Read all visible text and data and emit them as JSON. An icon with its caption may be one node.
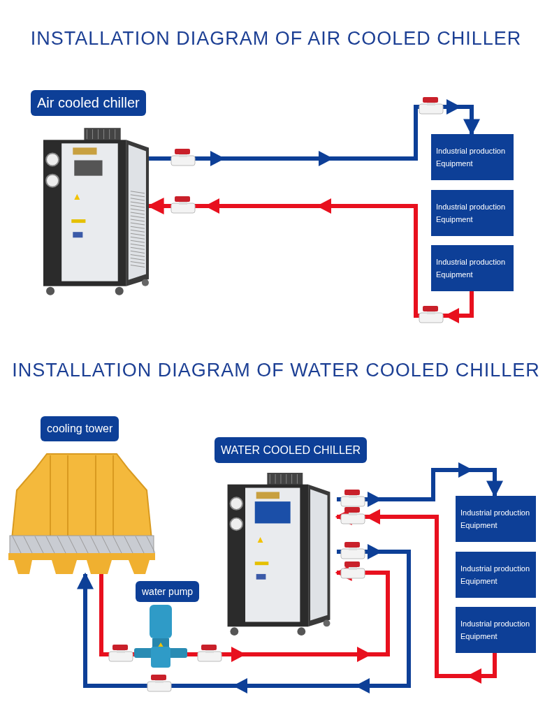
{
  "diagram": {
    "title": "INSTALLATION DIAGRAM OF AIR COOLED CHILLER",
    "nodes": [
      {
        "text": [],
        "shape": "picture",
        "beside": [
          "Air cooled chiller"
        ]
      },
      {
        "text": [
          "Industrial production Equipment"
        ]
      },
      {
        "text": [
          "Industrial production Equipment"
        ]
      },
      {
        "text": [
          "Industrial production Equipment"
        ]
      },
      {
        "text": [],
        "shape": "picture",
        "beside": [
          "cooling tower"
        ]
      },
      {
        "text": [],
        "shape": "picture",
        "beside": [
          "water pump"
        ]
      },
      {
        "text": [],
        "shape": "picture",
        "beside": [
          "WATER COOLED CHILLER"
        ]
      },
      {
        "text": [
          "Industrial production Equipment"
        ]
      },
      {
        "text": [
          "Industrial production Equipment"
        ]
      },
      {
        "text": [
          "Industrial production Equipment"
        ]
      }
    ],
    "edges": [
      {
        "from": 0,
        "to": 1,
        "arrow": "to",
        "color": "#0d3f97"
      },
      {
        "from": 3,
        "to": 0,
        "arrow": "to",
        "color": "#e8101e"
      },
      {
        "from": 4,
        "to": 5,
        "arrow": "none",
        "color": "#e8101e"
      },
      {
        "from": 5,
        "to": 6,
        "arrow": "to",
        "color": "#e8101e"
      },
      {
        "from": 6,
        "to": 4,
        "arrow": "to",
        "color": "#0d3f97"
      },
      {
        "from": 6,
        "to": 7,
        "arrow": "to",
        "color": "#0d3f97"
      },
      {
        "from": 9,
        "to": 6,
        "arrow": "to",
        "color": "#e8101e"
      }
    ],
    "labels": [
      "INSTALLATION DIAGRAM OF WATER COOLED CHILLER"
    ]
  }
}
